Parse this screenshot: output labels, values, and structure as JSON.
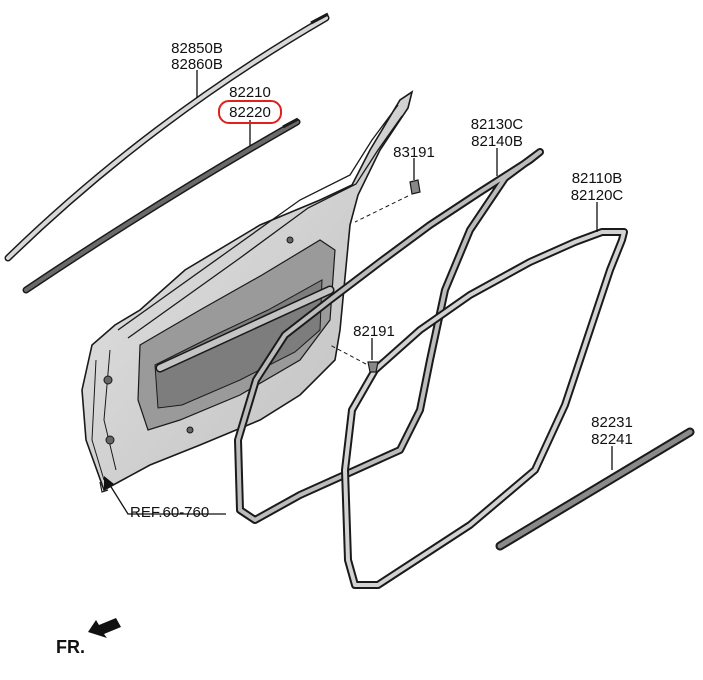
{
  "callouts": [
    {
      "lines": [
        "82850B",
        "82860B"
      ],
      "highlighted": false
    },
    {
      "lines": [
        "82210",
        "82220"
      ],
      "highlighted": true,
      "highlighted_line": 1
    },
    {
      "lines": [
        "83191"
      ],
      "highlighted": false
    },
    {
      "lines": [
        "82130C",
        "82140B"
      ],
      "highlighted": false
    },
    {
      "lines": [
        "82110B",
        "82120C"
      ],
      "highlighted": false
    },
    {
      "lines": [
        "82191"
      ],
      "highlighted": false
    },
    {
      "lines": [
        "82231",
        "82241"
      ],
      "highlighted": false
    }
  ],
  "reference": {
    "label": "REF.60-760"
  },
  "orientation": {
    "label": "FR."
  },
  "colors": {
    "outline": "#1a1a1a",
    "part_fill": "#cfcfcf",
    "part_dark": "#555555",
    "highlight": "#e0201b"
  }
}
